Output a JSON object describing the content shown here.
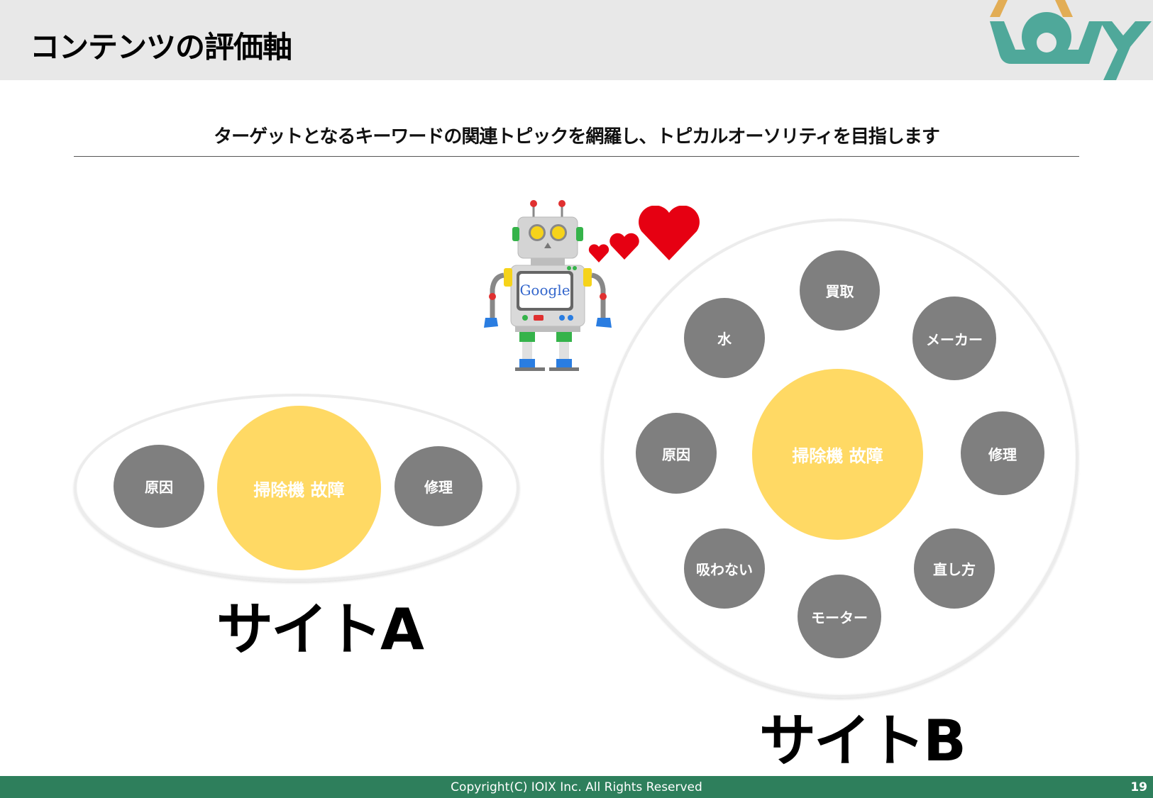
{
  "header": {
    "title": "コンテンツの評価軸",
    "logo_alt": "IOIX logo"
  },
  "subtitle": "ターゲットとなるキーワードの関連トピックを網羅し、トピカルオーソリティを目指します",
  "illustration": {
    "robot_screen_text": "Google",
    "icons": [
      "robot-icon",
      "heart-icon"
    ]
  },
  "site_a": {
    "label": "サイトA",
    "center_keyword": "掃除機 故障",
    "topics": [
      "原因",
      "修理"
    ]
  },
  "site_b": {
    "label": "サイトB",
    "center_keyword": "掃除機 故障",
    "topics": [
      "買取",
      "メーカー",
      "修理",
      "直し方",
      "モーター",
      "吸わない",
      "原因",
      "水"
    ]
  },
  "colors": {
    "header_bg": "#e8e8e8",
    "footer_bg": "#2e7f5c",
    "center_bubble": "#ffd964",
    "topic_bubble": "#7f7f7f",
    "logo_teal": "#4fa89a",
    "logo_gold": "#e2ad55",
    "heart": "#e60012"
  },
  "footer": {
    "copyright": "Copyright(C) IOIX Inc. All Rights Reserved",
    "page_number": "19"
  }
}
